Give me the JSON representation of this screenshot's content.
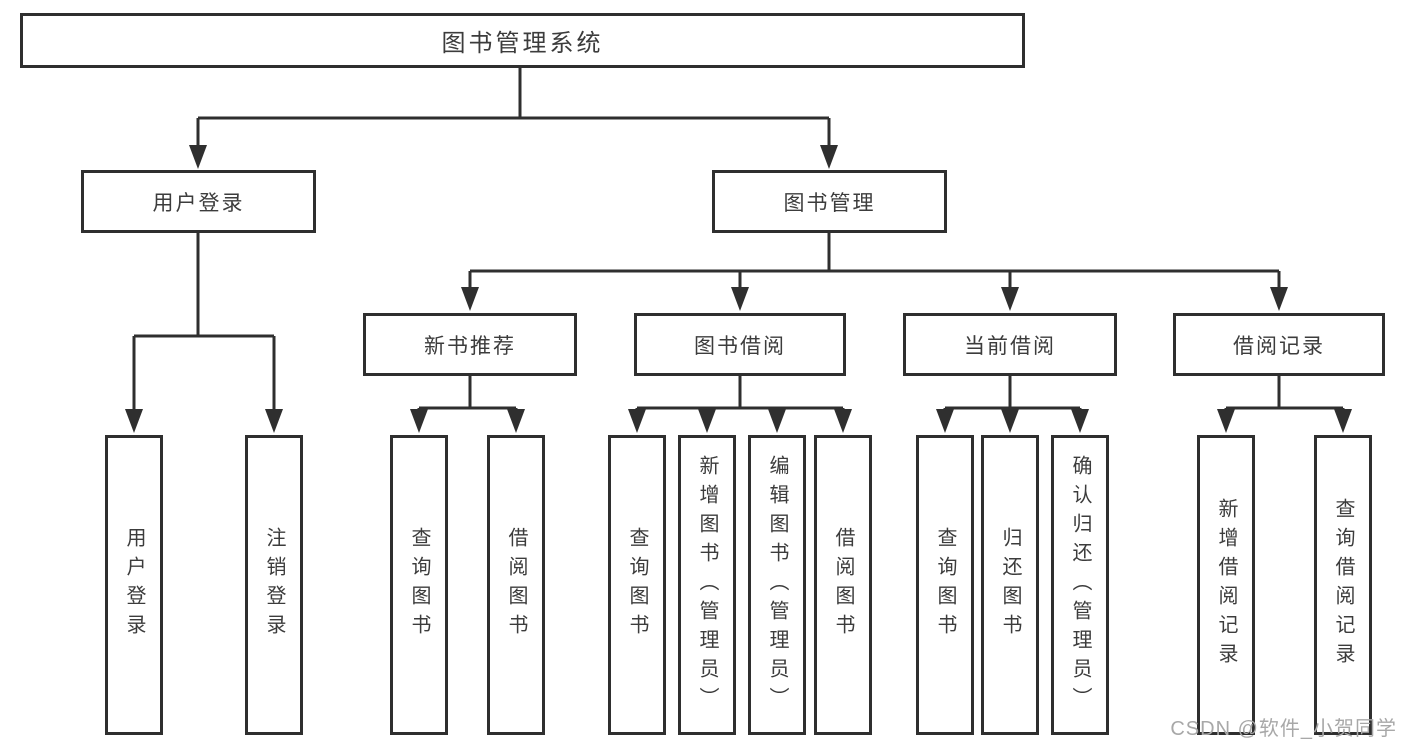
{
  "watermark": "CSDN @软件_小贺同学",
  "tree": {
    "label": "图书管理系统",
    "children": [
      {
        "label": "用户登录",
        "children": [
          {
            "label": "用户登录"
          },
          {
            "label": "注销登录"
          }
        ]
      },
      {
        "label": "图书管理",
        "children": [
          {
            "label": "新书推荐",
            "children": [
              {
                "label": "查询图书"
              },
              {
                "label": "借阅图书"
              }
            ]
          },
          {
            "label": "图书借阅",
            "children": [
              {
                "label": "查询图书"
              },
              {
                "label": "新增图书（管理员）"
              },
              {
                "label": "编辑图书（管理员）"
              },
              {
                "label": "借阅图书"
              }
            ]
          },
          {
            "label": "当前借阅",
            "children": [
              {
                "label": "查询图书"
              },
              {
                "label": "归还图书"
              },
              {
                "label": "确认归还（管理员）"
              }
            ]
          },
          {
            "label": "借阅记录",
            "children": [
              {
                "label": "新增借阅记录"
              },
              {
                "label": "查询借阅记录"
              }
            ]
          }
        ]
      }
    ]
  },
  "colors": {
    "line": "#2f2f2f",
    "text": "#3c3c3c",
    "watermark": "#a8a8a8"
  }
}
